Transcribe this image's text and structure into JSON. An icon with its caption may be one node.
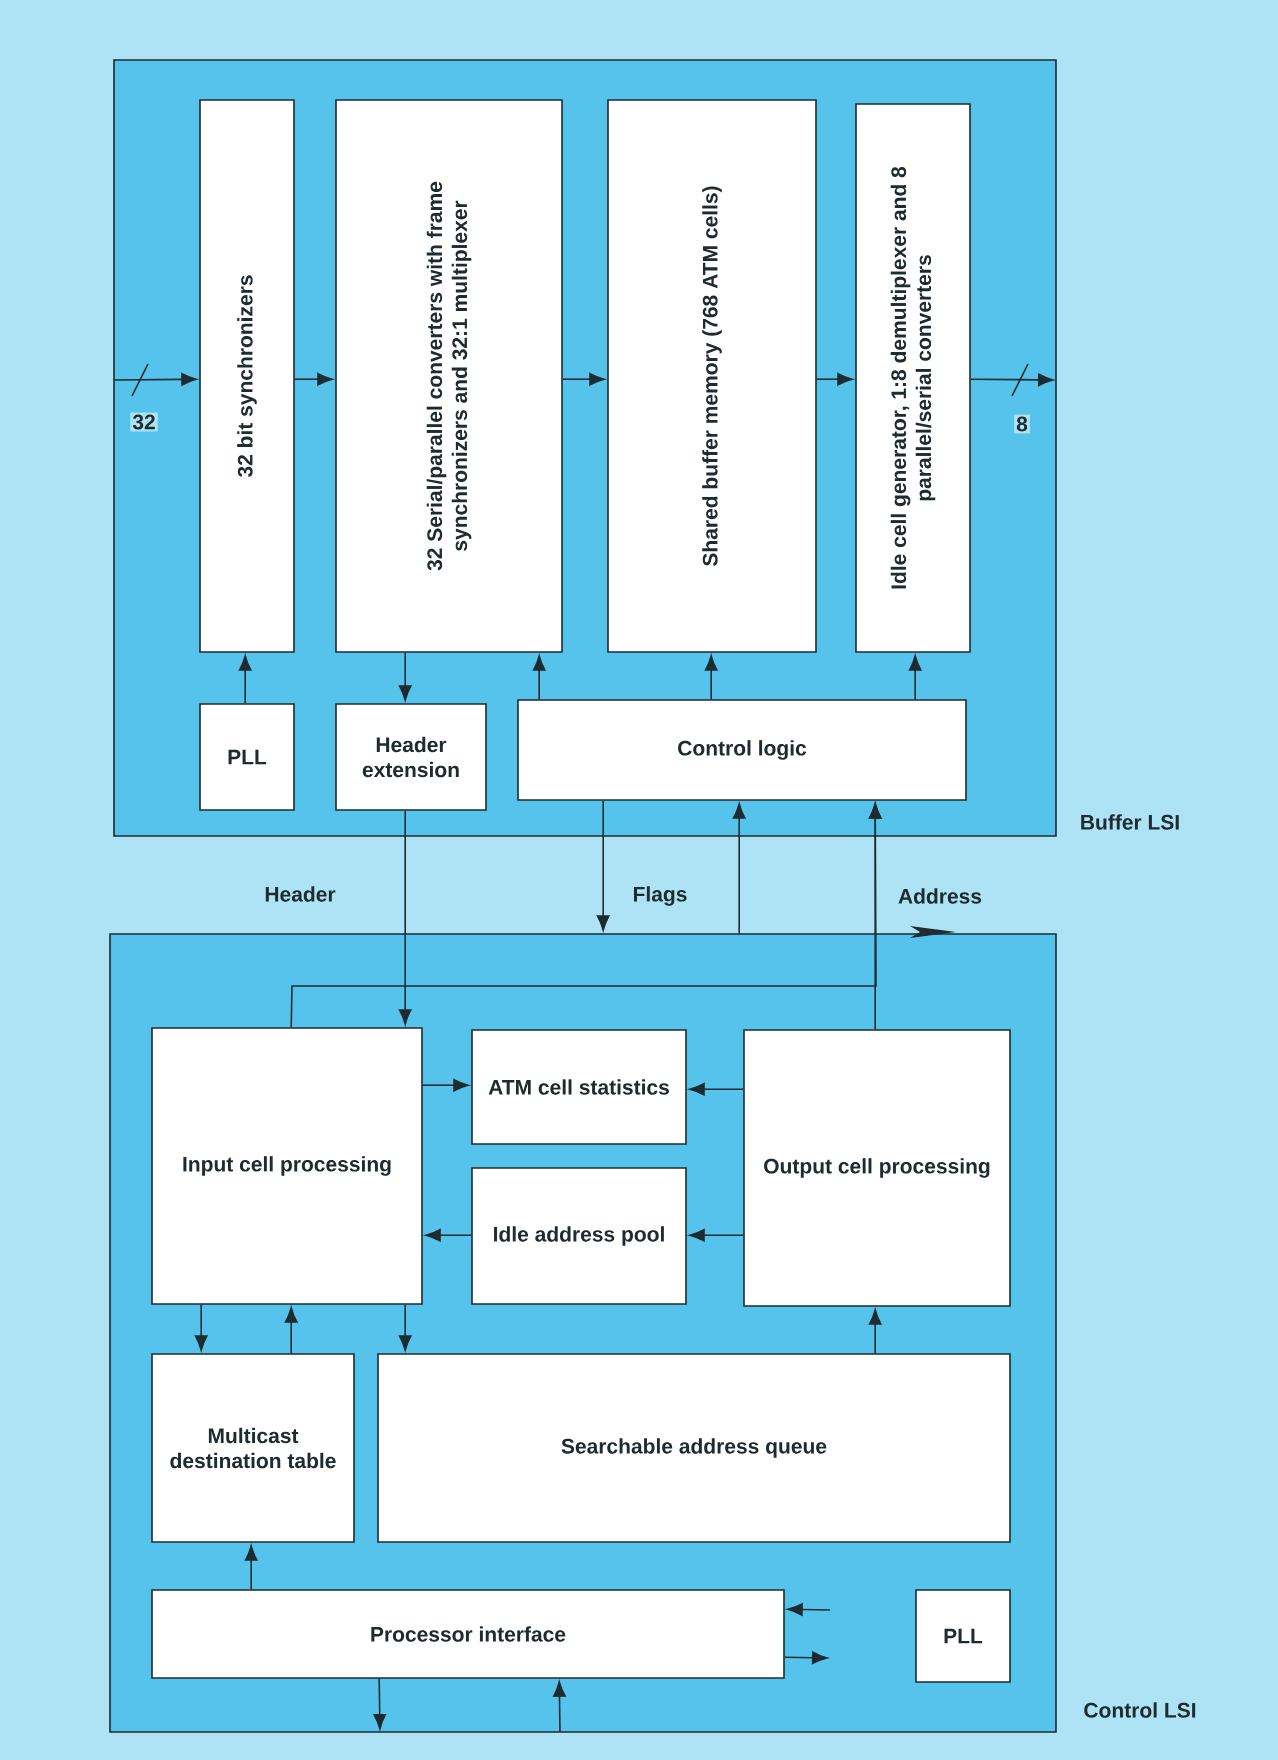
{
  "diagram": {
    "nodes": [
      {
        "text": [
          "Buffer LSI"
        ]
      },
      {
        "text": [
          "32 bit synchronizers"
        ],
        "in": 0
      },
      {
        "text": [
          "32 Serial/parallel converters with frame synchronizers and 32:1 multiplexer"
        ],
        "in": 0
      },
      {
        "text": [
          "Shared buffer memory (768 ATM cells)"
        ],
        "in": 0
      },
      {
        "text": [
          "Idle cell generator, 1:8 demultiplexer and 8 parallel/serial converters"
        ],
        "in": 0
      },
      {
        "text": [
          "PLL"
        ],
        "in": 0
      },
      {
        "text": [
          "Header extension"
        ],
        "in": 0
      },
      {
        "text": [
          "Control logic"
        ],
        "in": 0
      },
      {
        "text": [
          "Control LSI"
        ]
      },
      {
        "text": [
          "Input cell processing"
        ],
        "in": 8
      },
      {
        "text": [
          "ATM cell statistics"
        ],
        "in": 8
      },
      {
        "text": [
          "Output cell processing"
        ],
        "in": 8
      },
      {
        "text": [
          "Idle address pool"
        ],
        "in": 8
      },
      {
        "text": [
          "Multicast destination table"
        ],
        "in": 8
      },
      {
        "text": [
          "Searchable address queue"
        ],
        "in": 8
      },
      {
        "text": [
          "Processor interface"
        ],
        "in": 8
      },
      {
        "text": [
          "PLL"
        ],
        "in": 8
      }
    ],
    "edges": [
      {
        "from": null,
        "to": 1,
        "arrow": "to",
        "label": "32"
      },
      {
        "from": 1,
        "to": 2,
        "arrow": "to"
      },
      {
        "from": 2,
        "to": 3,
        "arrow": "to"
      },
      {
        "from": 3,
        "to": 4,
        "arrow": "to"
      },
      {
        "from": 4,
        "to": null,
        "arrow": "to",
        "label": "8"
      },
      {
        "from": 5,
        "to": 1,
        "arrow": "to"
      },
      {
        "from": 2,
        "to": 6,
        "arrow": "to"
      },
      {
        "from": 7,
        "to": 2,
        "arrow": "to"
      },
      {
        "from": 7,
        "to": 3,
        "arrow": "to"
      },
      {
        "from": 7,
        "to": 4,
        "arrow": "to"
      },
      {
        "from": 6,
        "to": 9,
        "arrow": "to",
        "label": "Header"
      },
      {
        "from": 7,
        "to": 8,
        "arrow": "to",
        "label": "Flags"
      },
      {
        "from": 8,
        "to": 7,
        "arrow": "to"
      },
      {
        "from": 11,
        "to": 7,
        "arrow": "to",
        "label": "Address"
      },
      {
        "from": 9,
        "to": 7,
        "arrow": "to"
      },
      {
        "from": 9,
        "to": 10,
        "arrow": "to"
      },
      {
        "from": 11,
        "to": 10,
        "arrow": "to"
      },
      {
        "from": 12,
        "to": 9,
        "arrow": "to"
      },
      {
        "from": 11,
        "to": 12,
        "arrow": "to"
      },
      {
        "from": 9,
        "to": 13,
        "arrow": "to"
      },
      {
        "from": 13,
        "to": 9,
        "arrow": "to"
      },
      {
        "from": 9,
        "to": 14,
        "arrow": "to"
      },
      {
        "from": 14,
        "to": 11,
        "arrow": "to"
      },
      {
        "from": 15,
        "to": 13,
        "arrow": "to"
      },
      {
        "from": null,
        "to": 15,
        "arrow": "to"
      },
      {
        "from": 15,
        "to": null,
        "arrow": "to"
      },
      {
        "from": 15,
        "to": null,
        "arrow": "to"
      },
      {
        "from": null,
        "to": 15,
        "arrow": "to"
      }
    ]
  }
}
